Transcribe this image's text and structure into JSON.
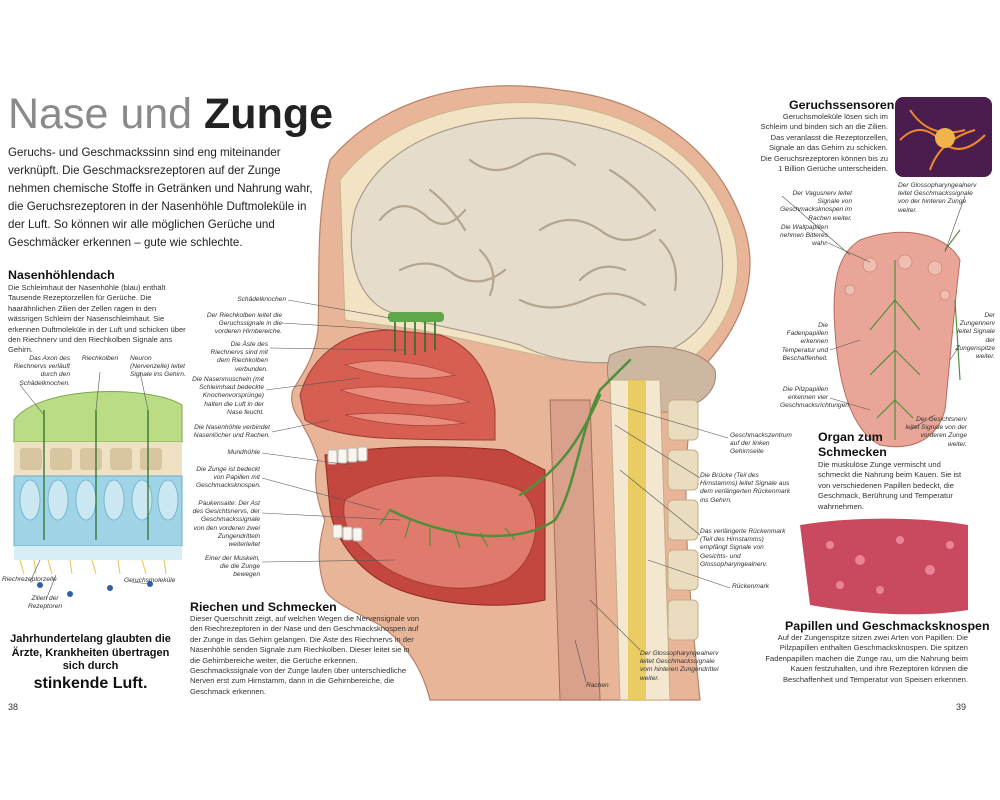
{
  "title": {
    "light": "Nase und ",
    "bold": "Zunge"
  },
  "intro": "Geruchs- und Geschmackssinn sind eng miteinander verknüpft. Die Geschmacksrezeptoren auf der Zunge nehmen chemische Stoffe in Getränken und Nahrung wahr, die Geruchsrezeptoren in der Nasenhöhle Duftmoleküle in der Luft. So können wir alle möglichen Gerüche und Geschmäcker erkennen – gute wie schlechte.",
  "nasal_roof": {
    "heading": "Nasenhöhlendach",
    "body": "Die Schleimhaut der Nasenhöhle (blau) enthält Tausende Rezeptorzellen für Gerüche. Die haarähnlichen Zilien der Zellen ragen in den wässrigen Schleim der Nasenschleimhaut. Sie erkennen Duftmoleküle in der Luft und schicken über den Riechnerv und den Riechkolben Signale ans Gehirn.",
    "labels": {
      "axon": "Das Axon des Riechnervs verläuft durch den Schädelknochen.",
      "bulb": "Riechkolben",
      "neuron": "Neuron (Nervenzelle) leitet Signale ins Gehirn.",
      "receptor": "Riechrezeptorzelle",
      "cilia": "Zilien der Rezeptoren",
      "molecules": "Geruchsmoleküle"
    }
  },
  "quote": {
    "text": "Jahrhundertelang glaubten die Ärzte, Krankheiten übertragen sich durch",
    "big": "stinkende Luft",
    "end": "."
  },
  "head_labels": {
    "skull": "Schädelknochen",
    "olfactory_bulb": "Der Riechkolben leitet die Geruchssignale in die vorderen Hirnbereiche.",
    "branches": "Die Äste des Riechnervs sind mit dem Riechkolben verbunden.",
    "turbinates": "Die Nasenmuscheln (mit Schleimhaut bedeckte Knochenvorsprünge) halten die Luft in der Nase feucht.",
    "nasal_cavity": "Die Nasenhöhle verbindet Nasenlöcher und Rachen.",
    "mouth": "Mundhöhle",
    "tongue": "Die Zunge ist bedeckt von Papillen mit Geschmacksknospen.",
    "chorda": "Paukensaite: Der Ast des Gesichtsnervs, der Geschmackssignale von den vorderen zwei Zungendritteln weiterleitet",
    "muscle": "Einer der Muskeln, die die Zunge bewegen",
    "taste_center": "Geschmackszentrum auf der linken Gehirnseite",
    "pons": "Die Brücke (Teil des Hirnstamms) leitet Signale aus dem verlängerten Rückenmark ins Gehirn.",
    "medulla": "Das verlängerte Rückenmark (Teil des Hirnstamms) empfängt Signale von Gesichts- und Glossopharyngealnerv.",
    "spinal_cord": "Rückenmark",
    "glosso": "Der Glossopharyngealnerv leitet Geschmackssignale vom hinteren Zungendrittel weiter.",
    "pharynx": "Rachen"
  },
  "smell_taste": {
    "heading": "Riechen und Schmecken",
    "body": "Dieser Querschnitt zeigt, auf welchen Wegen die Nervensignale von den Riechrezeptoren in der Nase und den Geschmacksknospen auf der Zunge in das Gehirn gelangen. Die Äste des Riechnervs in der Nasenhöhle senden Signale zum Riechkolben. Dieser leitet sie in die Gehirnbereiche weiter, die Gerüche erkennen. Geschmackssignale von der Zunge laufen über unterschiedliche Nerven erst zum Hirnstamm, dann in die Gehirnbereiche, die Geschmack erkennen."
  },
  "smell_sensors": {
    "heading": "Geruchssensoren",
    "body": "Geruchsmoleküle lösen sich im Schleim und binden sich an die Zilien. Das veranlasst die Rezeptorzellen, Signale an das Gehirn zu schicken. Die Geruchsrezeptoren können bis zu 1 Billion Gerüche unterscheiden."
  },
  "tongue_labels": {
    "vagus": "Der Vagusnerv leitet Signale von Geschmacksknospen im Rachen weiter.",
    "glosso_top": "Der Glossopharyngealnerv leitet Geschmackssignale von der hinteren Zunge weiter.",
    "vallate": "Die Wallpapillen nehmen Bitteres wahr.",
    "filiform": "Die Fadenpapillen erkennen Temperatur und Beschaffenheit.",
    "fungiform": "Die Pilzpapillen erkennen vier Geschmacksrichtungen.",
    "lingual": "Der Zungennerv leitet Signale der Zungenspitze weiter.",
    "facial": "Der Gesichtsnerv leitet Signale von der vorderen Zunge weiter."
  },
  "taste_organ": {
    "heading": "Organ zum Schmecken",
    "body": "Die muskulöse Zunge vermischt und schmeckt die Nahrung beim Kauen. Sie ist von verschiedenen Papillen bedeckt, die Geschmack, Berührung und Temperatur wahrnehmen."
  },
  "papillae": {
    "heading": "Papillen und Geschmacksknospen",
    "body": "Auf der Zungenspitze sitzen zwei Arten von Papillen: Die Pilzpapillen enthalten Geschmacksknospen. Die spitzen Fadenpapillen machen die Zunge rau, um die Nahrung beim Kauen festzuhalten, und ihre Rezeptoren können die Beschaffenheit und Temperatur von Speisen erkennen."
  },
  "page_numbers": {
    "left": "38",
    "right": "39"
  },
  "colors": {
    "mucus_blue": "#9fd3e6",
    "nerve_green": "#4f8f3a",
    "brain": "#e6dccb",
    "flesh": "#d9665a"
  }
}
